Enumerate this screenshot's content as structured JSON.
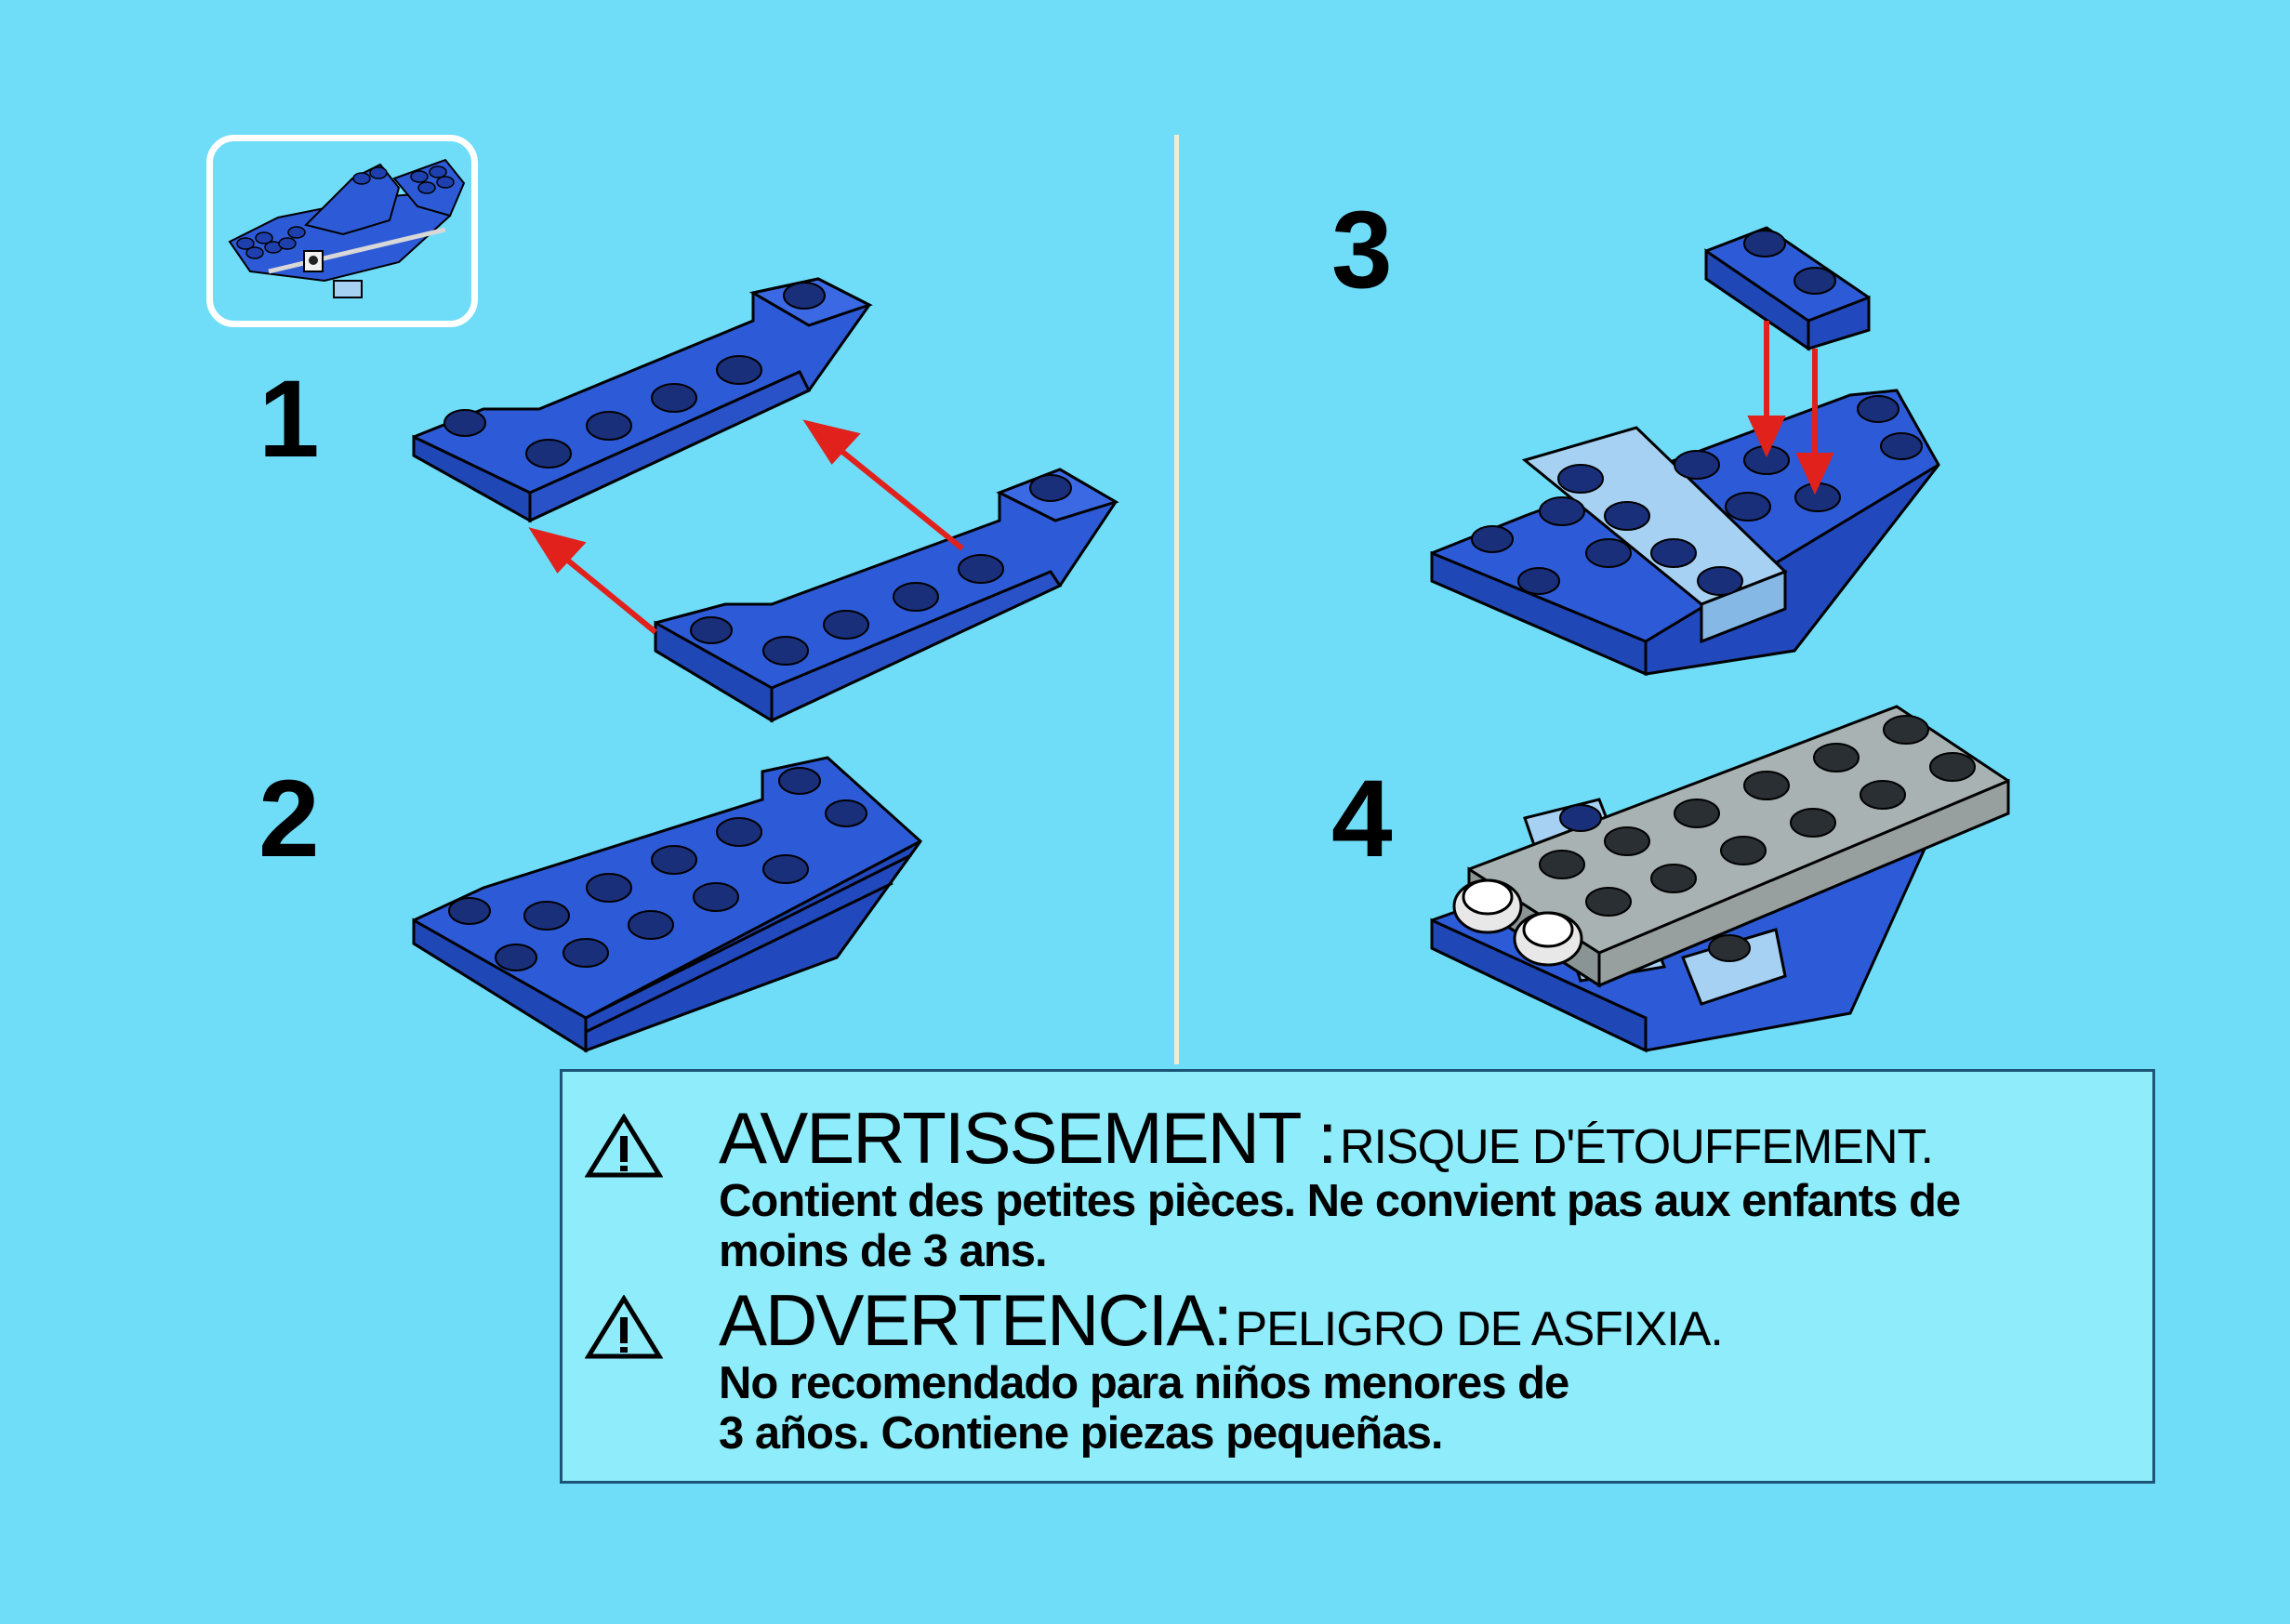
{
  "steps": {
    "s1": "1",
    "s2": "2",
    "s3": "3",
    "s4": "4"
  },
  "colors": {
    "background": "#6fdcf8",
    "brick_blue": "#2d5bd7",
    "brick_light_blue": "#a7d1f2",
    "brick_gray": "#a9b2b2",
    "arrow_red": "#e0211c",
    "divider": "#f4ecd0"
  },
  "warnings": {
    "fr": {
      "icon": "warning-triangle-icon",
      "heading": "AVERTISSEMENT :",
      "subheading": "RISQUE D'ÉTOUFFEMENT.",
      "line1": "Contient des petites pièces. Ne convient pas aux enfants de",
      "line2": "moins de 3 ans."
    },
    "es": {
      "icon": "warning-triangle-icon",
      "heading": "ADVERTENCIA:",
      "subheading": "PELIGRO DE ASFIXIA.",
      "line1": "No recomendado para niños menores de",
      "line2": "3 años. Contiene piezas pequeñas."
    }
  }
}
